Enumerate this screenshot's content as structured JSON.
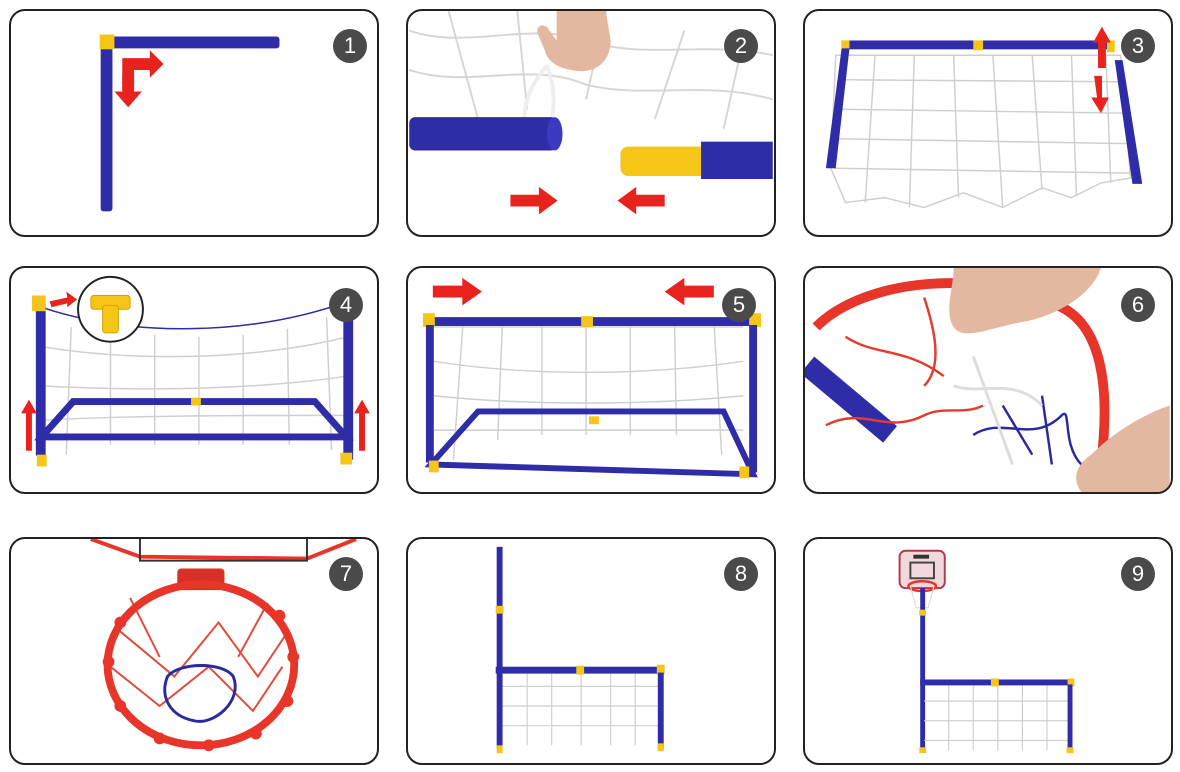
{
  "colors": {
    "pipe": "#2f2ca8",
    "joint": "#f5c518",
    "arrow": "#e8231e",
    "net": "#d6d6d6",
    "hoop": "#e8352a",
    "badge": "#4a4a4a"
  },
  "steps": [
    {
      "number": "1"
    },
    {
      "number": "2"
    },
    {
      "number": "3"
    },
    {
      "number": "4"
    },
    {
      "number": "5"
    },
    {
      "number": "6"
    },
    {
      "number": "7"
    },
    {
      "number": "8"
    },
    {
      "number": "9"
    }
  ]
}
